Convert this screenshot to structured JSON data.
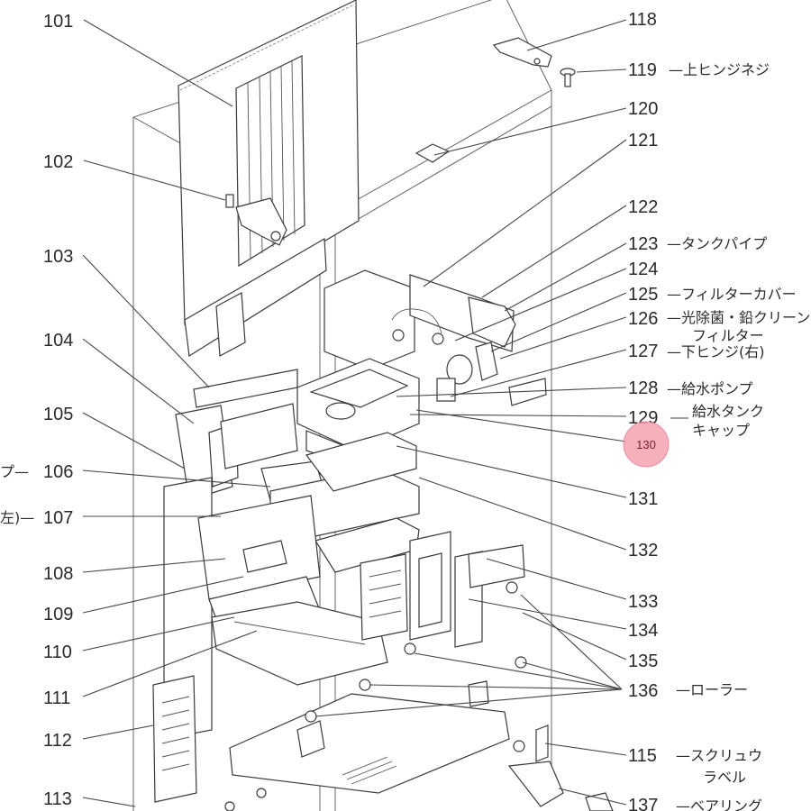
{
  "parts": [
    {
      "num": "101",
      "name": ""
    },
    {
      "num": "102",
      "name": ""
    },
    {
      "num": "103",
      "name": ""
    },
    {
      "num": "104",
      "name": ""
    },
    {
      "num": "105",
      "name": ""
    },
    {
      "num": "106",
      "name": "プ—"
    },
    {
      "num": "107",
      "name": "左)—"
    },
    {
      "num": "108",
      "name": ""
    },
    {
      "num": "109",
      "name": ""
    },
    {
      "num": "110",
      "name": ""
    },
    {
      "num": "111",
      "name": ""
    },
    {
      "num": "112",
      "name": ""
    },
    {
      "num": "113",
      "name": ""
    },
    {
      "num": "118",
      "name": ""
    },
    {
      "num": "119",
      "name": "—上ヒンジネジ"
    },
    {
      "num": "120",
      "name": ""
    },
    {
      "num": "121",
      "name": ""
    },
    {
      "num": "122",
      "name": ""
    },
    {
      "num": "123",
      "name": "—タンクパイプ"
    },
    {
      "num": "124",
      "name": ""
    },
    {
      "num": "125",
      "name": "—フィルターカバー"
    },
    {
      "num": "126",
      "name": "—光除菌・鉛クリーン"
    },
    {
      "num": "126b",
      "name": "フィルター"
    },
    {
      "num": "127",
      "name": "—下ヒンジ(右)"
    },
    {
      "num": "128",
      "name": "—給水ポンプ"
    },
    {
      "num": "129",
      "name": "—給水タンク"
    },
    {
      "num": "129b",
      "name": "キャップ"
    },
    {
      "num": "131",
      "name": ""
    },
    {
      "num": "132",
      "name": ""
    },
    {
      "num": "133",
      "name": ""
    },
    {
      "num": "134",
      "name": ""
    },
    {
      "num": "135",
      "name": ""
    },
    {
      "num": "136",
      "name": "—ローラー"
    },
    {
      "num": "115",
      "name": "—スクリュウ"
    },
    {
      "num": "115b",
      "name": "ラベル"
    },
    {
      "num": "137",
      "name": "—ベアリング"
    }
  ],
  "labels": {
    "n101": "101",
    "n102": "102",
    "n103": "103",
    "n104": "104",
    "n105": "105",
    "n106": "106",
    "n107": "107",
    "n108": "108",
    "n109": "109",
    "n110": "110",
    "n111": "111",
    "n112": "112",
    "n113": "113",
    "n118": "118",
    "n119": "119",
    "n120": "120",
    "n121": "121",
    "n122": "122",
    "n123": "123",
    "n124": "124",
    "n125": "125",
    "n126": "126",
    "n127": "127",
    "n128": "128",
    "n129": "129",
    "n131": "131",
    "n132": "132",
    "n133": "133",
    "n134": "134",
    "n135": "135",
    "n136": "136",
    "n115": "115",
    "n137": "137",
    "t106": "プ—",
    "t107": "左)—",
    "t119": "—上ヒンジネジ",
    "t123": "—タンクパイプ",
    "t125": "—フィルターカバー",
    "t126": "—光除菌・鉛クリーン",
    "t126b": "フィルター",
    "t127": "—下ヒンジ(右)",
    "t128": "—給水ポンプ",
    "t129": "給水タンク",
    "t129b": "キャップ",
    "t136": "—ローラー",
    "t115": "—スクリュウ",
    "t115b": "ラベル",
    "t137": "—ベアリング"
  },
  "marker": {
    "text": "130",
    "fill": "#f4a3b0",
    "stroke": "#e07a8c"
  }
}
